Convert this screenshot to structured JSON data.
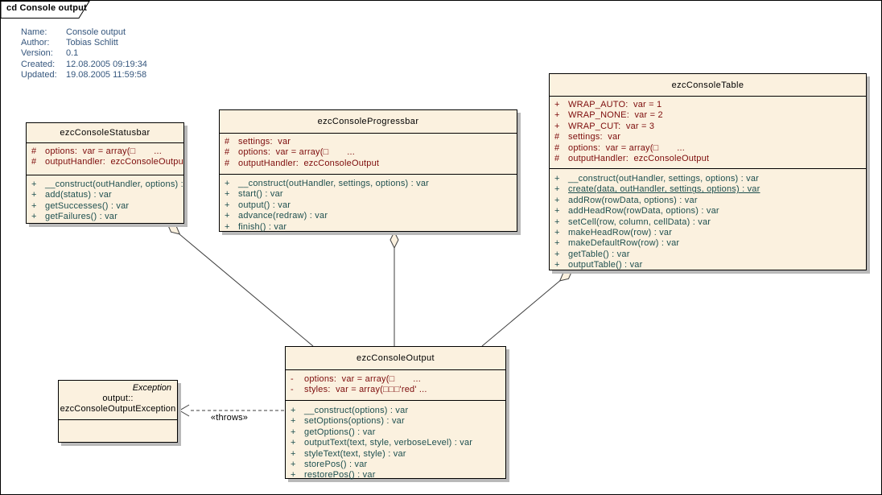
{
  "frame": {
    "label": "cd Console output"
  },
  "metadata": {
    "rows": [
      {
        "label": "Name:",
        "value": "Console output"
      },
      {
        "label": "Author:",
        "value": "Tobias Schlitt"
      },
      {
        "label": "Version:",
        "value": "0.1"
      },
      {
        "label": "Created:",
        "value": "12.08.2005 09:19:34"
      },
      {
        "label": "Updated:",
        "value": "19.08.2005 11:59:58"
      }
    ]
  },
  "colors": {
    "background": "#ffffff",
    "class_fill": "#fbf1df",
    "border": "#000000",
    "shadow": "#b9b9b9",
    "attribute_text": "#7d0c0c",
    "method_text": "#1d4f4f",
    "metadata_text": "#35567d"
  },
  "classes": {
    "statusbar": {
      "name": "ezcConsoleStatusbar",
      "attrs": [
        {
          "vis": "#",
          "text": "options:  var = array(□       ..."
        },
        {
          "vis": "#",
          "text": "outputHandler:  ezcConsoleOutput"
        }
      ],
      "methods": [
        {
          "vis": "+",
          "text": "__construct(outHandler, options) : var"
        },
        {
          "vis": "+",
          "text": "add(status) : var"
        },
        {
          "vis": "+",
          "text": "getSuccesses() : var"
        },
        {
          "vis": "+",
          "text": "getFailures() : var"
        }
      ]
    },
    "progressbar": {
      "name": "ezcConsoleProgressbar",
      "attrs": [
        {
          "vis": "#",
          "text": "settings:  var"
        },
        {
          "vis": "#",
          "text": "options:  var = array(□       ..."
        },
        {
          "vis": "#",
          "text": "outputHandler:  ezcConsoleOutput"
        }
      ],
      "methods": [
        {
          "vis": "+",
          "text": "__construct(outHandler, settings, options) : var"
        },
        {
          "vis": "+",
          "text": "start() : var"
        },
        {
          "vis": "+",
          "text": "output() : var"
        },
        {
          "vis": "+",
          "text": "advance(redraw) : var"
        },
        {
          "vis": "+",
          "text": "finish() : var"
        }
      ]
    },
    "table": {
      "name": "ezcConsoleTable",
      "attrs": [
        {
          "vis": "+",
          "text": "WRAP_AUTO:  var = 1"
        },
        {
          "vis": "+",
          "text": "WRAP_NONE:  var = 2"
        },
        {
          "vis": "+",
          "text": "WRAP_CUT:  var = 3"
        },
        {
          "vis": "#",
          "text": "settings:  var"
        },
        {
          "vis": "#",
          "text": "options:  var = array(□       ..."
        },
        {
          "vis": "#",
          "text": "outputHandler:  ezcConsoleOutput"
        }
      ],
      "methods": [
        {
          "vis": "+",
          "text": "__construct(outHandler, settings, options) : var"
        },
        {
          "vis": "+",
          "text": "create(data, outHandler, settings, options) : var"
        },
        {
          "vis": "+",
          "text": "addRow(rowData, options) : var"
        },
        {
          "vis": "+",
          "text": "addHeadRow(rowData, options) : var"
        },
        {
          "vis": "+",
          "text": "setCell(row, column, cellData) : var"
        },
        {
          "vis": "+",
          "text": "makeHeadRow(row) : var"
        },
        {
          "vis": "+",
          "text": "makeDefaultRow(row) : var"
        },
        {
          "vis": "+",
          "text": "getTable() : var"
        },
        {
          "vis": "+",
          "text": "outputTable() : var"
        }
      ]
    },
    "output": {
      "name": "ezcConsoleOutput",
      "attrs": [
        {
          "vis": "-",
          "text": "options:  var = array(□       ..."
        },
        {
          "vis": "-",
          "text": "styles:  var = array(□□□'red' ..."
        }
      ],
      "methods": [
        {
          "vis": "+",
          "text": "__construct(options) : var"
        },
        {
          "vis": "+",
          "text": "setOptions(options) : var"
        },
        {
          "vis": "+",
          "text": "getOptions() : var"
        },
        {
          "vis": "+",
          "text": "outputText(text, style, verboseLevel) : var"
        },
        {
          "vis": "+",
          "text": "styleText(text, style) : var"
        },
        {
          "vis": "+",
          "text": "storePos() : var"
        },
        {
          "vis": "+",
          "text": "restorePos() : var"
        }
      ]
    }
  },
  "exception": {
    "parent": "Exception",
    "name_line1": "output::",
    "name_line2": "ezcConsoleOutputException"
  },
  "relations": {
    "throws_label": "«throws»"
  }
}
